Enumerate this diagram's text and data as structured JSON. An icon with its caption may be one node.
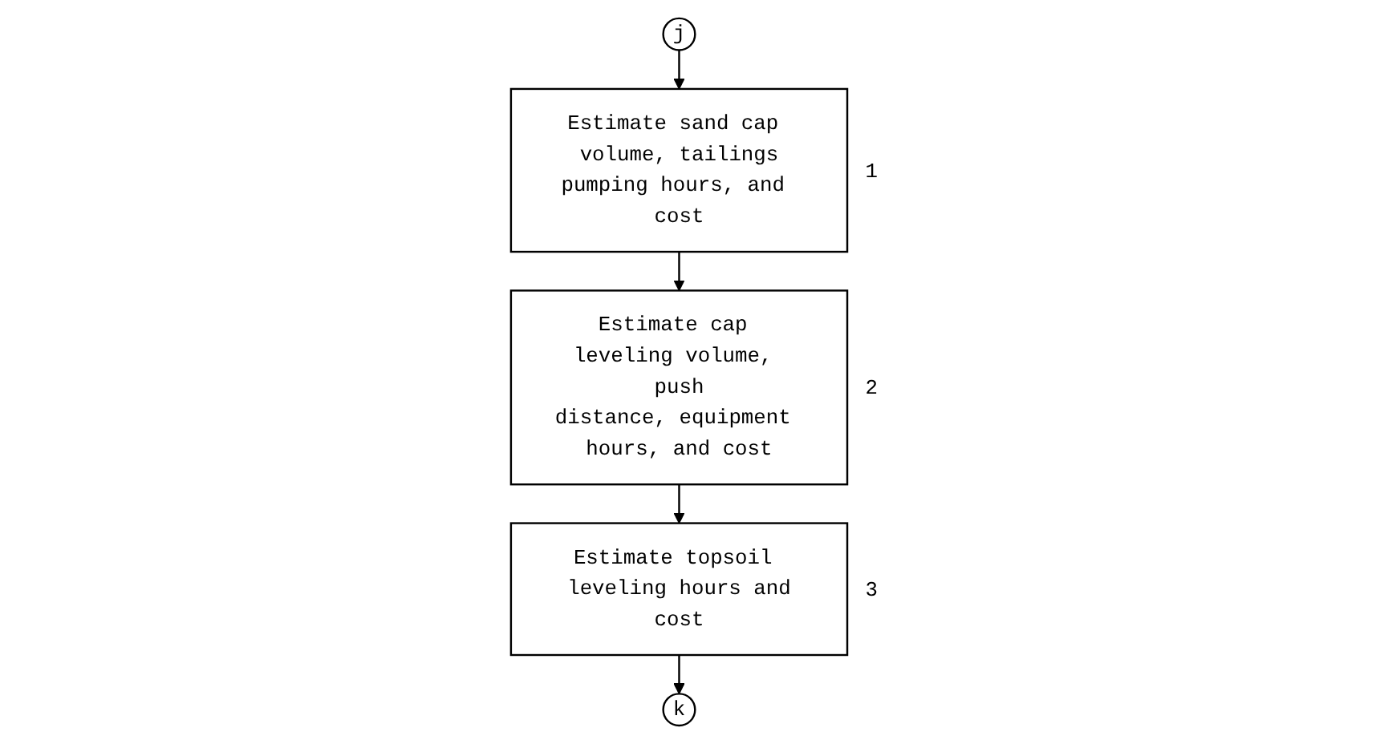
{
  "diagram": {
    "nodes": [
      {
        "text": [
          "j"
        ]
      },
      {
        "text": [
          "Estimate sand cap volume, tailings pumping hours, and cost"
        ],
        "beside": [
          "1"
        ]
      },
      {
        "text": [
          "Estimate cap leveling volume, push distance, equipment hours, and cost"
        ],
        "beside": [
          "2"
        ]
      },
      {
        "text": [
          "Estimate topsoil leveling hours and cost"
        ],
        "beside": [
          "3"
        ]
      },
      {
        "text": [
          "k"
        ]
      }
    ],
    "edges": [
      {
        "from": 0,
        "to": 1,
        "arrow": "to"
      },
      {
        "from": 1,
        "to": 2,
        "arrow": "to"
      },
      {
        "from": 2,
        "to": 3,
        "arrow": "to"
      },
      {
        "from": 3,
        "to": 4,
        "arrow": "to"
      }
    ]
  }
}
